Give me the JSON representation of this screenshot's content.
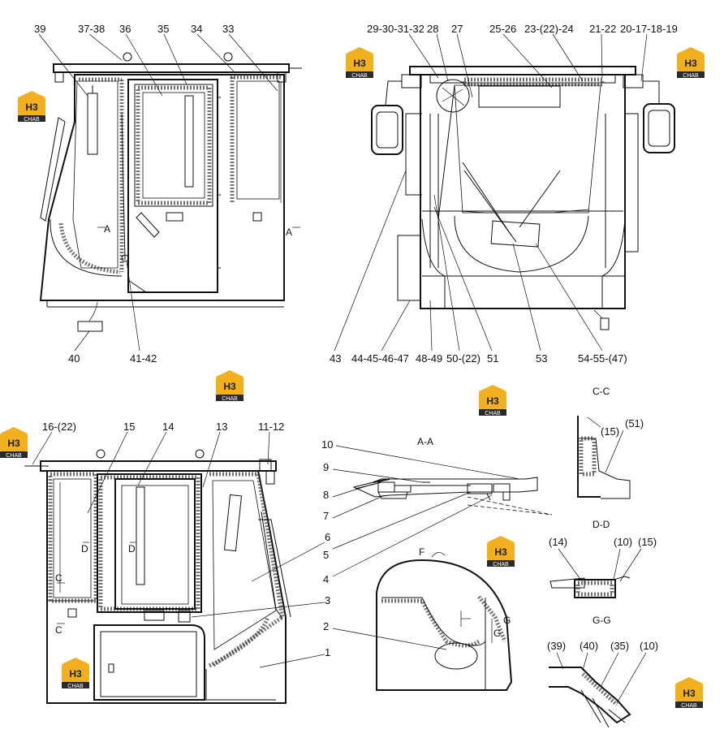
{
  "watermark": {
    "brand": "H3",
    "sub": "CHAB"
  },
  "views": {
    "top_left": {
      "callouts": [
        "39",
        "37-38",
        "36",
        "35",
        "34",
        "33",
        "40",
        "41-42"
      ],
      "section_marks": [
        "A",
        "A"
      ]
    },
    "top_right": {
      "callouts": [
        "29-30-31-32",
        "28",
        "27",
        "25-26",
        "23-(22)-24",
        "21-22",
        "20-17-18-19",
        "43",
        "44-45-46-47",
        "48-49",
        "50-(22)",
        "51",
        "53",
        "54-55-(47)"
      ]
    },
    "bottom_left": {
      "callouts": [
        "16-(22)",
        "15",
        "14",
        "13",
        "11-12",
        "6",
        "3",
        "1"
      ],
      "section_marks": [
        "D",
        "D",
        "C",
        "C"
      ]
    },
    "section_aa": {
      "title": "A-A",
      "callouts": [
        "10",
        "9",
        "8",
        "7",
        "5",
        "4",
        "2"
      ],
      "marks": [
        "F",
        "G",
        "G"
      ]
    },
    "section_cc": {
      "title": "C-C",
      "callouts": [
        "(15)",
        "(51)"
      ]
    },
    "section_dd": {
      "title": "D-D",
      "callouts": [
        "(14)",
        "(10)",
        "(15)"
      ]
    },
    "section_gg": {
      "title": "G-G",
      "callouts": [
        "(39)",
        "(40)",
        "(35)",
        "(10)"
      ]
    }
  }
}
